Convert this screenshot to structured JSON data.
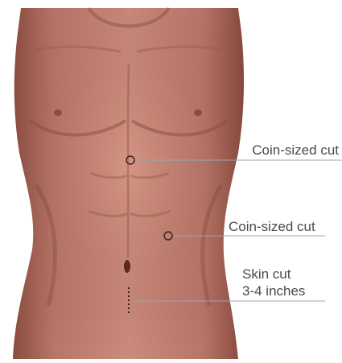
{
  "colors": {
    "skin_light": "#cf8d7d",
    "skin_mid": "#b06c5c",
    "skin_shadow": "#7e4436",
    "leader_line": "#9aa6b4",
    "label_text": "#4a4a4a"
  },
  "callouts": [
    {
      "text": "Coin-sized cut",
      "marker": "circle"
    },
    {
      "text": "Coin-sized cut",
      "marker": "circle"
    },
    {
      "line1": "Skin cut",
      "line2": "3-4 inches",
      "marker": "dotted-line"
    }
  ]
}
